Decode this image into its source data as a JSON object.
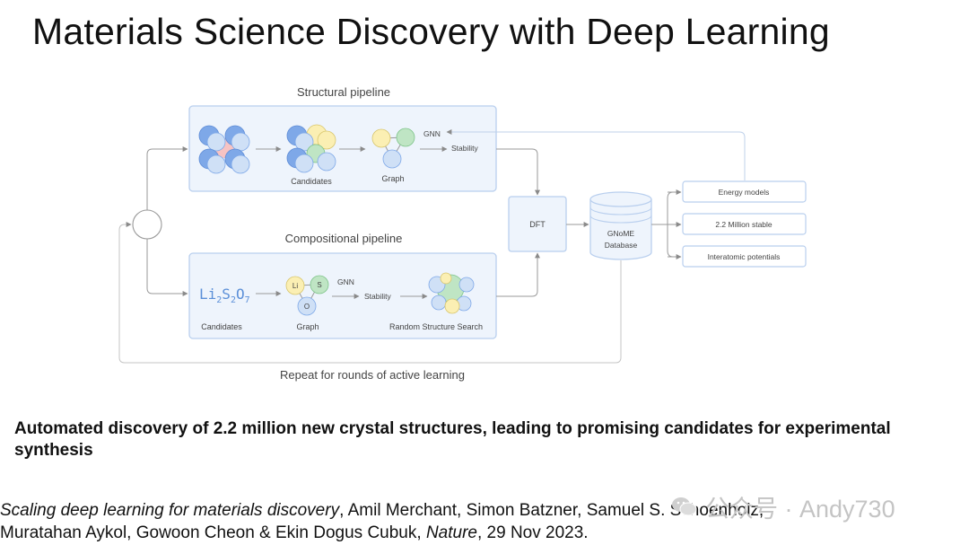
{
  "slide": {
    "title": "Materials Science Discovery with Deep Learning",
    "caption": "Automated discovery of 2.2 million new crystal structures, leading to promising candidates for experimental synthesis",
    "citation": {
      "paper_title": "Scaling deep learning for materials discovery",
      "authors_part1": ", Amil Merchant, Simon Batzner, Samuel S. Schoenholz,",
      "authors_part2": "Muratahan Aykol, Gowoon Cheon & Ekin Dogus Cubuk, ",
      "journal": "Nature",
      "date": ", 29 Nov 2023."
    }
  },
  "diagram": {
    "structural": {
      "title": "Structural pipeline",
      "candidates": "Candidates",
      "graph": "Graph",
      "gnn": "GNN",
      "stability": "Stability"
    },
    "compositional": {
      "title": "Compositional pipeline",
      "formula": {
        "el1": "Li",
        "sub1": "2",
        "el2": "S",
        "sub2": "2",
        "el3": "O",
        "sub3": "7"
      },
      "candidates": "Candidates",
      "graph": "Graph",
      "gnn": "GNN",
      "stability": "Stability",
      "random_search": "Random Structure Search",
      "node_li": "Li",
      "node_s": "S",
      "node_o": "O"
    },
    "dft": "DFT",
    "database_line1": "GNoME",
    "database_line2": "Database",
    "outputs": [
      "Energy models",
      "2.2 Million stable",
      "Interatomic potentials"
    ],
    "loop_label": "Repeat for rounds of active learning",
    "colors": {
      "blue": "#7ea8e8",
      "light_blue": "#cfe0f6",
      "yellow": "#fbefb3",
      "green": "#bfe5c4",
      "pink": "#f7c3c3",
      "panel_fill": "#eef4fc",
      "panel_stroke": "#b9cfee"
    }
  },
  "watermark": {
    "text": "公众号 · Andy730",
    "icon": "wechat-icon"
  }
}
